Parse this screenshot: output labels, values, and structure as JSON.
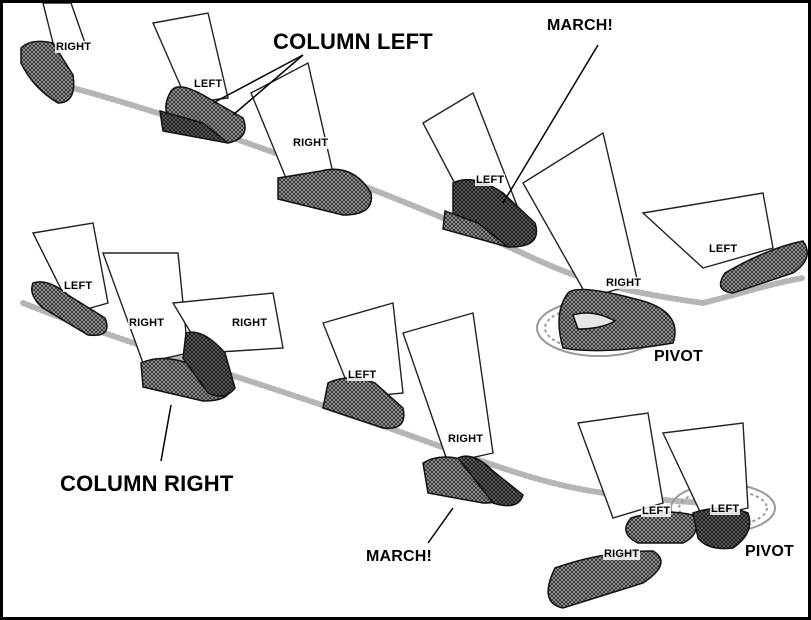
{
  "colors": {
    "border": "#000000",
    "shoe_light": "#9a9a9a",
    "shoe_dark": "#3c3c3c",
    "path": "#bdbdbd"
  },
  "labels": {
    "column_left": "COLUMN LEFT",
    "column_right": "COLUMN RIGHT",
    "march_top": "MARCH!",
    "march_bottom": "MARCH!",
    "pivot_top": "PIVOT",
    "pivot_bottom": "PIVOT",
    "steps": {
      "s1": "RIGHT",
      "s2": "LEFT",
      "s3": "RIGHT",
      "s4": "LEFT",
      "s5": "LEFT",
      "s6": "RIGHT",
      "s7": "LEFT",
      "s8": "RIGHT",
      "s9": "RIGHT",
      "s10": "LEFT",
      "s11": "RIGHT",
      "s12": "LEFT",
      "s13": "LEFT",
      "s14": "RIGHT"
    }
  }
}
